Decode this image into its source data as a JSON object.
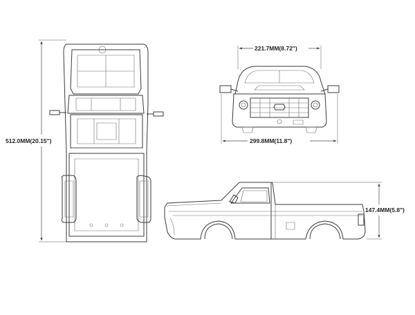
{
  "dimensions": {
    "length": "512.0MM(20.15\")",
    "roof_width": "221.7MM(8.72\")",
    "body_width": "299.8MM(11.8\")",
    "height": "147.4MM(5.8\")"
  },
  "colors": {
    "line": "#3a3a3a",
    "background": "#ffffff"
  }
}
